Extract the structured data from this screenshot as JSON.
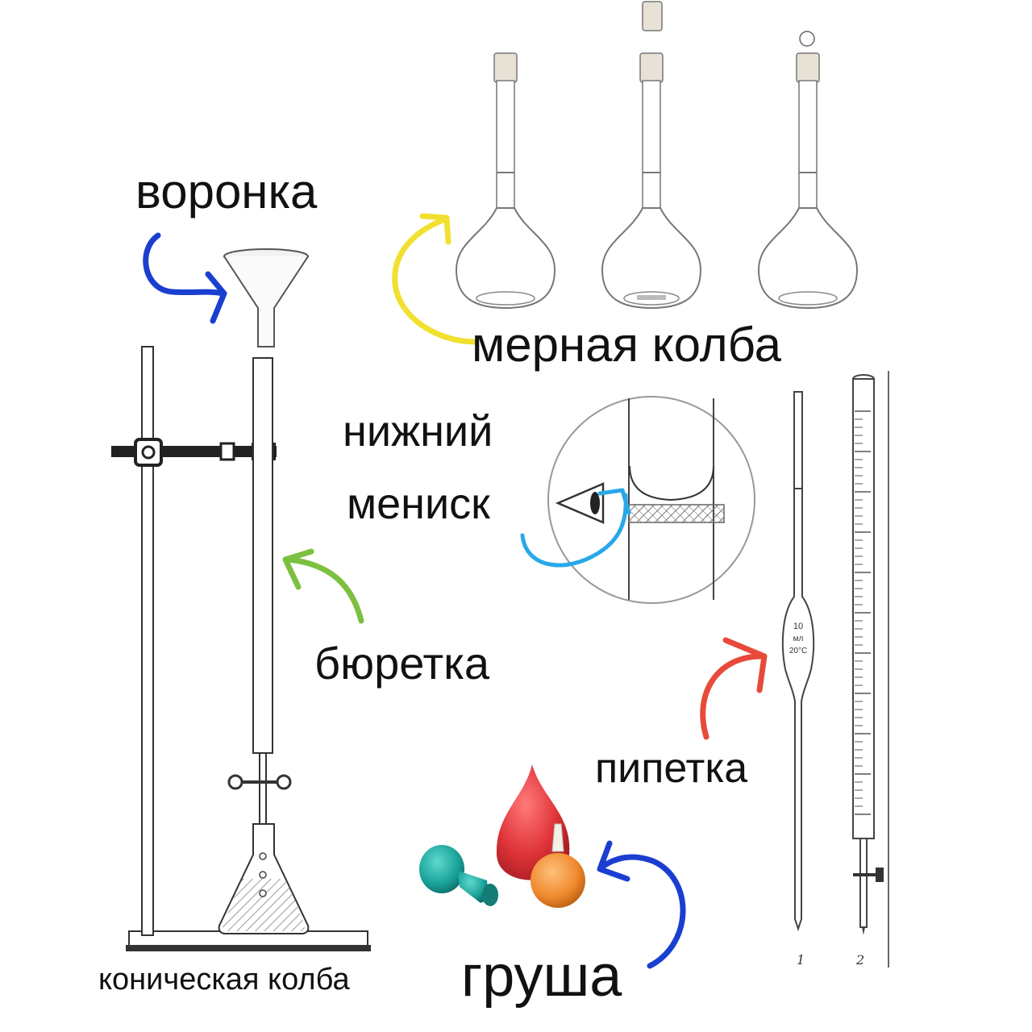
{
  "labels": {
    "funnel": "воронка",
    "volumetric_flask": "мерная колба",
    "meniscus_line1": "нижний",
    "meniscus_line2": "мениск",
    "burette": "бюретка",
    "pipette": "пипетка",
    "conical_flask": "коническая колба",
    "bulb": "груша"
  },
  "pipette_marks": {
    "volume": "10",
    "unit": "мл",
    "temperature": "20°C"
  },
  "figure_numbers": [
    "1",
    "2"
  ],
  "arrow_colors": {
    "funnel": "#1a3fd0",
    "volumetric_flask": "#f2e030",
    "burette": "#7cc040",
    "meniscus": "#29a8e8",
    "pipette": "#e84a3a",
    "bulb": "#1a3fd0"
  },
  "bulb_colors": {
    "red": "#e0353a",
    "teal": "#1aa39a",
    "orange": "#ef8a2e"
  }
}
